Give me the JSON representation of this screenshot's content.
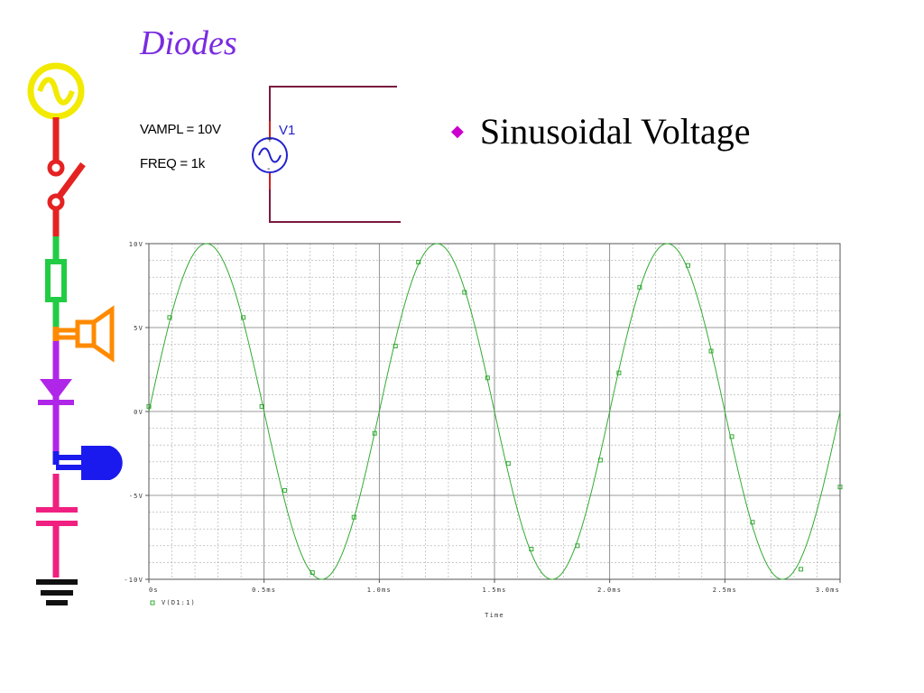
{
  "slide": {
    "title": "Diodes",
    "bullet": "Sinusoidal Voltage"
  },
  "schematic": {
    "params": [
      "VAMPL = 10V",
      "FREQ = 1k"
    ],
    "source_label": "V1",
    "plus_sign": "+",
    "minus_sign": "-"
  },
  "chart_data": {
    "type": "line",
    "xlabel": "Time",
    "ylabel": "",
    "xlim": [
      0,
      3.0
    ],
    "ylim": [
      -10,
      10
    ],
    "x_ticks": [
      0,
      0.5,
      1.0,
      1.5,
      2.0,
      2.5,
      3.0
    ],
    "x_tick_labels": [
      "0s",
      "0.5ms",
      "1.0ms",
      "1.5ms",
      "2.0ms",
      "2.5ms",
      "3.0ms"
    ],
    "y_ticks": [
      10,
      5,
      0,
      -5,
      -10
    ],
    "y_tick_labels": [
      "10V",
      "5V",
      "0V",
      "-5V",
      "-10V"
    ],
    "grid": true,
    "legend": "bottom-left",
    "series": [
      {
        "name": "V(D1:1)",
        "color": "#33aa33",
        "function": "10*sin(2*pi*1k*t)",
        "amplitude": 10,
        "frequency_khz": 1,
        "markers": [
          [
            0.0,
            0.3
          ],
          [
            0.09,
            5.6
          ],
          [
            0.41,
            5.6
          ],
          [
            0.49,
            0.3
          ],
          [
            0.59,
            -4.7
          ],
          [
            0.71,
            -9.6
          ],
          [
            0.89,
            -6.3
          ],
          [
            0.98,
            -1.3
          ],
          [
            1.07,
            3.9
          ],
          [
            1.17,
            8.9
          ],
          [
            1.37,
            7.1
          ],
          [
            1.47,
            2.0
          ],
          [
            1.56,
            -3.1
          ],
          [
            1.66,
            -8.2
          ],
          [
            1.86,
            -8.0
          ],
          [
            1.96,
            -2.9
          ],
          [
            2.04,
            2.3
          ],
          [
            2.13,
            7.4
          ],
          [
            2.34,
            8.7
          ],
          [
            2.44,
            3.6
          ],
          [
            2.53,
            -1.5
          ],
          [
            2.62,
            -6.6
          ],
          [
            2.83,
            -9.4
          ],
          [
            3.0,
            -4.5
          ]
        ]
      }
    ]
  }
}
